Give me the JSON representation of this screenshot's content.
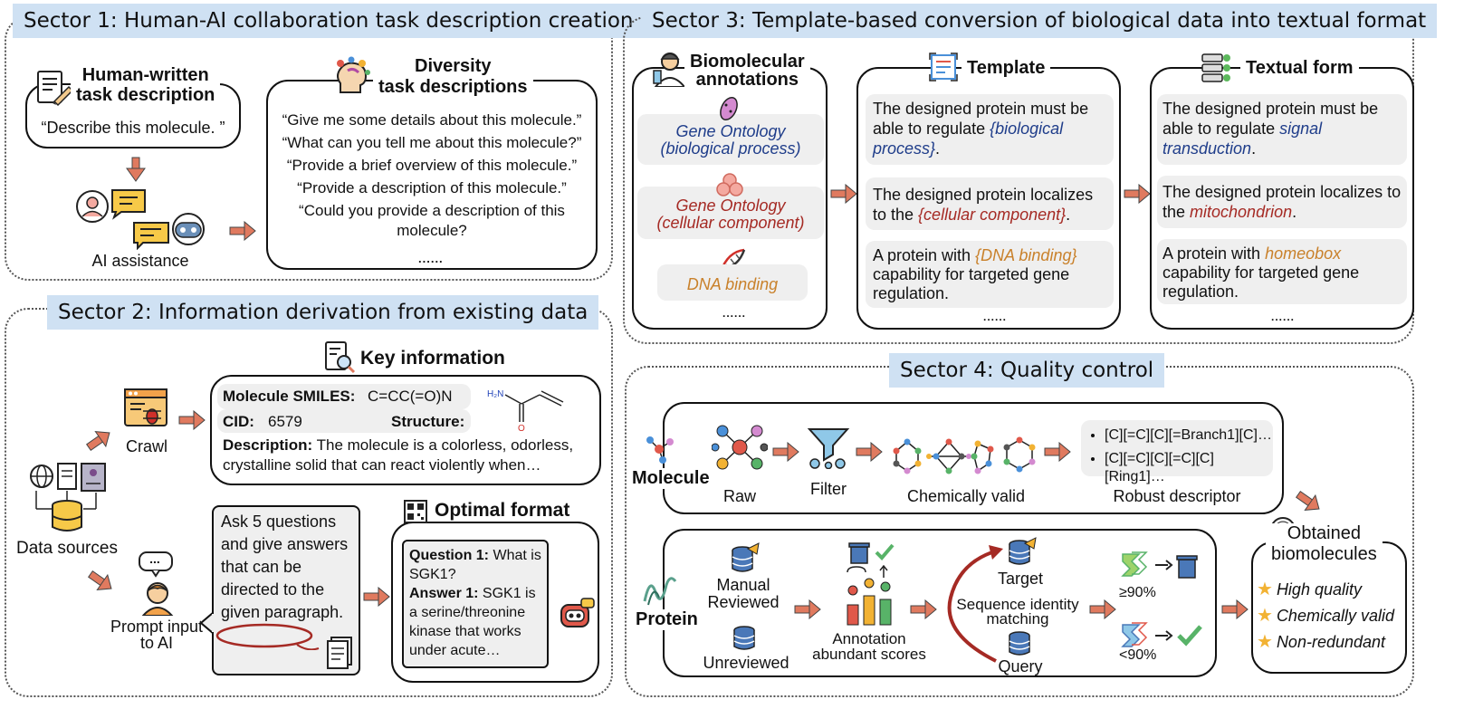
{
  "sector1": {
    "title": "Sector 1: Human-AI collaboration task description creation",
    "human_written_title": "Human-written\ntask description",
    "human_written_example": "“Describe this molecule. ”",
    "ai_label": "AI assistance",
    "diversity_title": "Diversity\ntask descriptions",
    "diversity_items": [
      "“Give me some details about this molecule.”",
      "“What can you tell me about this molecule?”",
      "“Provide a brief overview of this molecule.”",
      "“Provide a description of this molecule.”",
      "“Could you provide a description of this\nmolecule?"
    ],
    "ellipsis": "......"
  },
  "sector2": {
    "title": "Sector 2: Information derivation from existing data",
    "key_info_title": "Key information",
    "smiles_label": "Molecule SMILES:",
    "smiles_value": "C=CC(=O)N",
    "cid_label": "CID:",
    "cid_value": "6579",
    "structure_label": "Structure:",
    "structure_atom": "H₂N",
    "structure_o": "O",
    "description_label": "Description:",
    "description_value": "The molecule is a colorless, odorless, crystalline solid that can react violently when…",
    "crawl_label": "Crawl",
    "data_sources_label": "Data sources",
    "prompt_text": "Ask 5 questions and give answers that can be directed to the given paragraph.",
    "prompt_label": "Prompt input\nto AI",
    "speech_dots": "...",
    "optimal_title": "Optimal format",
    "q1_label": "Question 1:",
    "q1_text": "What is SGK1?",
    "a1_label": "Answer 1:",
    "a1_text": "SGK1 is a serine/threonine kinase that works under acute…"
  },
  "sector3": {
    "title": "Sector 3: Template-based conversion of biological data into textual format",
    "annotations_title": "Biomolecular\nannotations",
    "annotations": [
      {
        "text": "Gene Ontology\n(biological process)",
        "color": "#1f3d8a"
      },
      {
        "text": "Gene Ontology\n(cellular component)",
        "color": "#a52a24"
      },
      {
        "text": "DNA binding",
        "color": "#c9812b"
      }
    ],
    "template_title": "Template",
    "template_items": [
      {
        "pre": "The designed protein must be able to regulate ",
        "slot": "{biological process}",
        "post": "."
      },
      {
        "pre": "The designed protein localizes to the ",
        "slot": "{cellular component}",
        "post": "."
      },
      {
        "pre": "A protein with ",
        "slot": "{DNA binding}",
        "post": " capability for targeted gene regulation."
      }
    ],
    "textual_title": "Textual form",
    "textual_items": [
      {
        "pre": "The designed protein must be able to regulate ",
        "slot": "signal transduction",
        "post": "."
      },
      {
        "pre": "The designed protein localizes to the ",
        "slot": "mitochondrion",
        "post": "."
      },
      {
        "pre": "A protein with ",
        "slot": "homeobox",
        "post": " capability for targeted gene regulation."
      }
    ],
    "ellipsis": "......"
  },
  "sector4": {
    "title": "Sector 4: Quality control",
    "molecule_label": "Molecule",
    "raw_label": "Raw",
    "filter_label": "Filter",
    "valid_label": "Chemically valid",
    "descriptor_items": [
      "[C][=C][C][=Branch1][C]…",
      "[C][=C][C][=C][C][Ring1]…"
    ],
    "descriptor_label": "Robust descriptor",
    "protein_label": "Protein",
    "manual_label": "Manual\nReviewed",
    "unreviewed_label": "Unreviewed",
    "abundant_label": "Annotation\nabundant scores",
    "target_label": "Target",
    "identity_label": "Sequence identity\nmatching",
    "query_label": "Query",
    "ge90_label": "≥90%",
    "lt90_label": "<90%",
    "obtained_title": "Obtained\nbiomolecules",
    "qualities": [
      "High quality",
      "Chemically valid",
      "Non-redundant"
    ]
  }
}
